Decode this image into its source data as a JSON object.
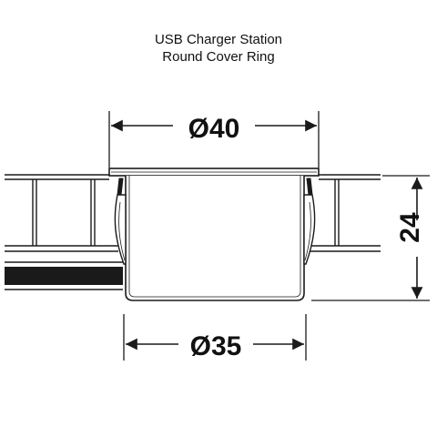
{
  "title": {
    "line1": "USB Charger Station",
    "line2": "Round Cover Ring"
  },
  "dimensions": {
    "outer_diameter": "Ø40",
    "inner_diameter": "Ø35",
    "height": "24"
  },
  "colors": {
    "line": "#1a1a1a",
    "panel_fill": "#f2f2f2"
  }
}
